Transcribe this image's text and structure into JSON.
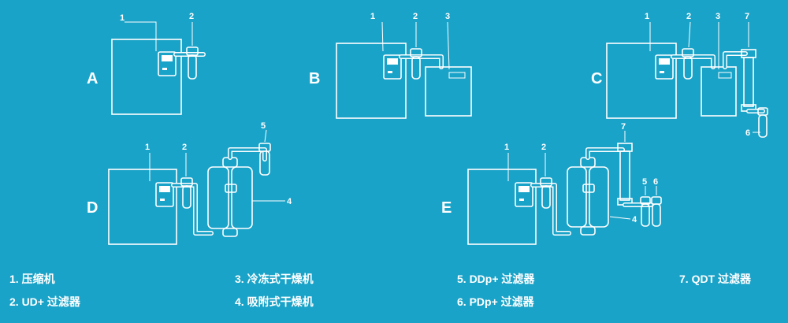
{
  "diagrams": {
    "A": {
      "label": "A",
      "numbers": [
        "1",
        "2"
      ]
    },
    "B": {
      "label": "B",
      "numbers": [
        "1",
        "2",
        "3"
      ]
    },
    "C": {
      "label": "C",
      "numbers": [
        "1",
        "2",
        "3",
        "7",
        "6"
      ]
    },
    "D": {
      "label": "D",
      "numbers": [
        "1",
        "2",
        "5",
        "4"
      ]
    },
    "E": {
      "label": "E",
      "numbers": [
        "1",
        "2",
        "7",
        "5",
        "6",
        "4"
      ]
    }
  },
  "legend": [
    "1. 压缩机",
    "2. UD+ 过滤器",
    "3. 冷冻式干燥机",
    "4. 吸附式干燥机",
    "5. DDp+ 过滤器",
    "6. PDp+ 过滤器",
    "7. QDT 过滤器"
  ]
}
